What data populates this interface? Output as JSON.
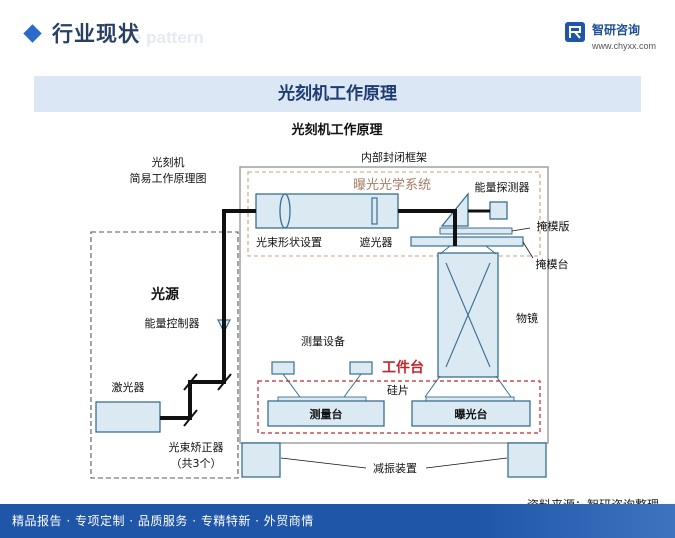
{
  "header": {
    "title": "行业现状",
    "watermark": "e pattern",
    "logo_name": "智研咨询",
    "logo_url": "www.chyxx.com"
  },
  "banner": {
    "title": "光刻机工作原理"
  },
  "diagram": {
    "title": "光刻机工作原理",
    "subtitle_line1": "光刻机",
    "subtitle_line2": "简易工作原理图",
    "inner_frame": "内部封闭框架",
    "optical_system": "曝光光学系统",
    "energy_detector": "能量探测器",
    "reticle": "掩模版",
    "beam_shaping": "光束形状设置",
    "shutter": "遮光器",
    "reticle_stage": "掩模台",
    "light_source": "光源",
    "energy_controller": "能量控制器",
    "objective": "物镜",
    "measuring_device": "测量设备",
    "workpiece_stage": "工件台",
    "wafer": "硅片",
    "measuring_stage": "测量台",
    "exposure_stage": "曝光台",
    "laser": "激光器",
    "beam_corrector_line1": "光束矫正器",
    "beam_corrector_line2": "（共3个）",
    "vibration_isolation": "减振装置"
  },
  "source": "资料来源：智研咨询整理",
  "footer": {
    "text": "精品报告 · 专项定制 · 品质服务 · 专精特新 · 外贸商情"
  },
  "colors": {
    "brand_blue": "#1f56a8",
    "banner_bg": "#dbe7f5",
    "highlight_red": "#c0262d",
    "beam_black": "#111111",
    "component_fill": "#dbe9f3"
  }
}
